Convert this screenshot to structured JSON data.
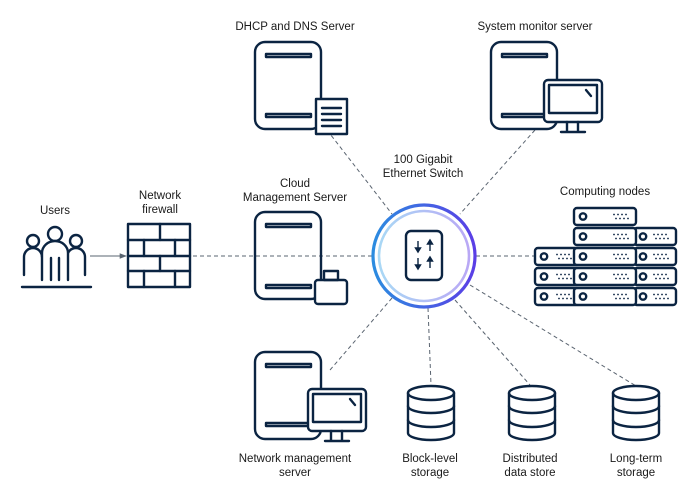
{
  "diagram": {
    "hub": {
      "label": "100 Gigabit\nEthernet Switch"
    },
    "nodes": {
      "users": {
        "label": "Users"
      },
      "firewall": {
        "label": "Network\nfirewall"
      },
      "dhcp_dns": {
        "label": "DHCP and DNS Server"
      },
      "system_monitor": {
        "label": "System monitor server"
      },
      "cloud_mgmt": {
        "label": "Cloud\nManagement Server"
      },
      "computing": {
        "label": "Computing nodes"
      },
      "network_mgmt": {
        "label": "Network management\nserver"
      },
      "block_storage": {
        "label": "Block-level\nstorage"
      },
      "distributed_store": {
        "label": "Distributed\ndata store"
      },
      "long_term": {
        "label": "Long-term\nstorage"
      }
    },
    "colors": {
      "icon_stroke": "#0b2442",
      "link": "#5a6470",
      "ring_gradient_start": "#2b8ce0",
      "ring_gradient_end": "#5b3ee6",
      "inner_ring_start": "#a9d8f5",
      "inner_ring_end": "#b9a8f5"
    }
  }
}
